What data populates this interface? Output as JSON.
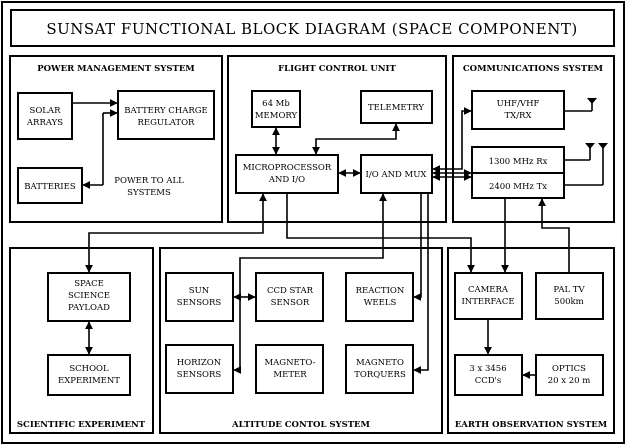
{
  "title": "SUNSAT  FUNCTIONAL BLOCK DIAGRAM (SPACE COMPONENT)",
  "sections": {
    "power": "POWER MANAGEMENT SYSTEM",
    "fcu": "FLIGHT CONTROL UNIT",
    "comms": "COMMUNICATIONS SYSTEM",
    "science": "SCIENTIFIC EXPERIMENT",
    "attitude": "ALTITUDE CONTOL SYSTEM",
    "earth": "EARTH OBSERVATION SYSTEM"
  },
  "blocks": {
    "solar_arrays": [
      "SOLAR",
      "ARRAYS"
    ],
    "battery_charge_regulator": [
      "BATTERY CHARGE",
      "REGULATOR"
    ],
    "batteries": [
      "BATTERIES"
    ],
    "power_to_all": [
      "POWER TO ALL",
      "SYSTEMS"
    ],
    "memory": [
      "64 Mb",
      "MEMORY"
    ],
    "telemetry": [
      "TELEMETRY"
    ],
    "microprocessor": [
      "MICROPROCESSOR",
      "AND I/O"
    ],
    "io_mux": [
      "I/O AND MUX"
    ],
    "uhf_vhf": [
      "UHF/VHF",
      "TX/RX"
    ],
    "rx_1300": [
      "1300 MHz Rx"
    ],
    "tx_2400": [
      "2400 MHz Tx"
    ],
    "space_science_payload": [
      "SPACE",
      "SCIENCE",
      "PAYLOAD"
    ],
    "school_experiment": [
      "SCHOOL",
      "EXPERIMENT"
    ],
    "sun_sensors": [
      "SUN",
      "SENSORS"
    ],
    "ccd_star_sensor": [
      "CCD STAR",
      "SENSOR"
    ],
    "reaction_wheels": [
      "REACTION",
      "WEELS"
    ],
    "horizon_sensors": [
      "HORIZON",
      "SENSORS"
    ],
    "magnetometer": [
      "MAGNETO-",
      "METER"
    ],
    "magnetotorquers": [
      "MAGNETO",
      "TORQUERS"
    ],
    "camera_interface": [
      "CAMERA",
      "INTERFACE"
    ],
    "pal_tv": [
      "PAL TV",
      "500km"
    ],
    "ccds": [
      "3 x 3456",
      "CCD's"
    ],
    "optics": [
      "OPTICS",
      "20 x 20 m"
    ]
  }
}
